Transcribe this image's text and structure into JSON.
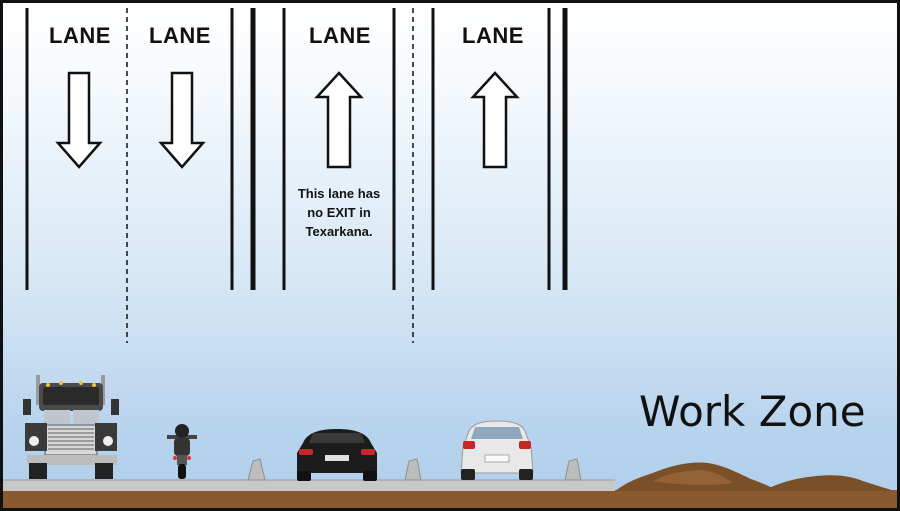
{
  "lanes": [
    {
      "label": "LANE",
      "direction": "down"
    },
    {
      "label": "LANE",
      "direction": "down"
    },
    {
      "label": "LANE",
      "direction": "up"
    },
    {
      "label": "LANE",
      "direction": "up"
    }
  ],
  "lane_note": [
    "This lane has",
    "no EXIT in",
    "Texarkana."
  ],
  "work_zone_label": "Work Zone",
  "vehicles": [
    "semi-truck",
    "motorcycle",
    "black-convertible",
    "white-hatchback"
  ],
  "colors": {
    "sky_top": "#ffffff",
    "sky_bottom": "#b0cfec",
    "road": "#c8c8c8",
    "dirt": "#8a5a2e",
    "dirt_pile": "#7a5028",
    "line": "#111111"
  }
}
